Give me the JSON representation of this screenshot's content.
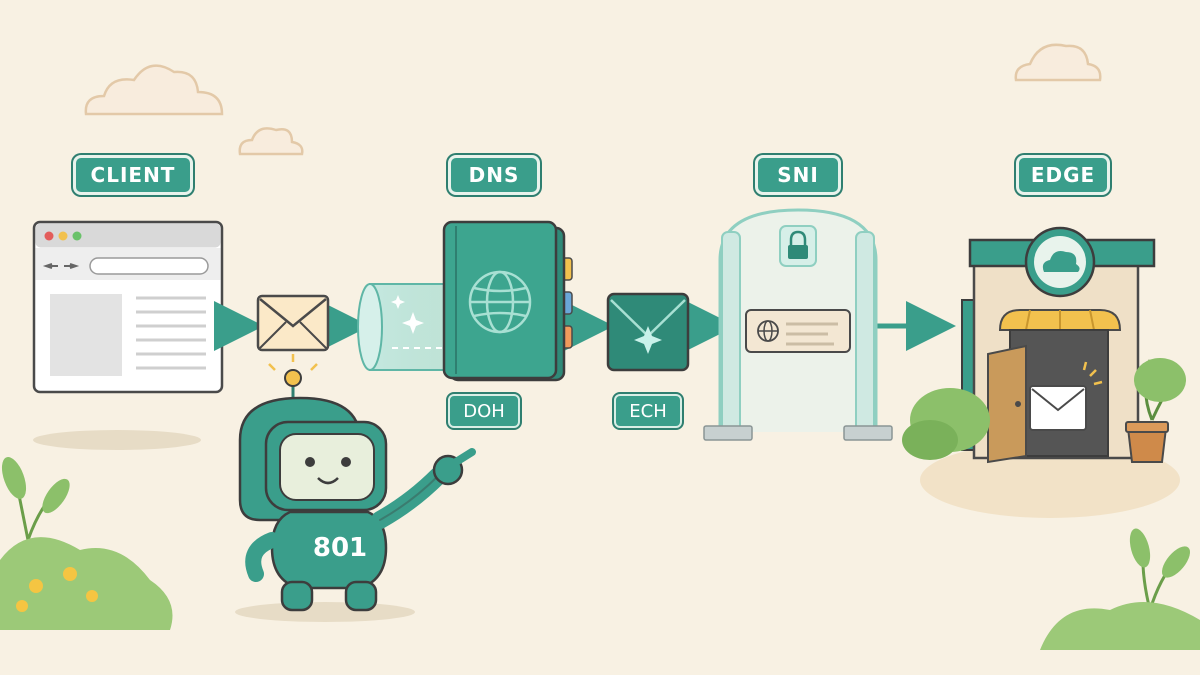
{
  "stages": [
    {
      "id": "client",
      "label": "CLIENT"
    },
    {
      "id": "dns",
      "label": "DNS"
    },
    {
      "id": "sni",
      "label": "SNI"
    },
    {
      "id": "edge",
      "label": "EDGE"
    }
  ],
  "tags": {
    "doh": "DOH",
    "ech": "ECH"
  },
  "mascot": {
    "number": "801"
  },
  "colors": {
    "background": "#f8f1e3",
    "teal": "#3a9e8b",
    "teal_dark": "#2f7f70",
    "awning": "#f2c14e",
    "foliage": "#8cc06a",
    "flower": "#f5c542"
  },
  "icons": [
    "browser-window-icon",
    "envelope-icon",
    "glass-tunnel-icon",
    "passport-book-icon",
    "globe-icon",
    "encrypted-envelope-icon",
    "security-arch-icon",
    "lock-icon",
    "id-card-icon",
    "storefront-icon",
    "cloud-icon",
    "robot-mascot",
    "plant-icon"
  ]
}
